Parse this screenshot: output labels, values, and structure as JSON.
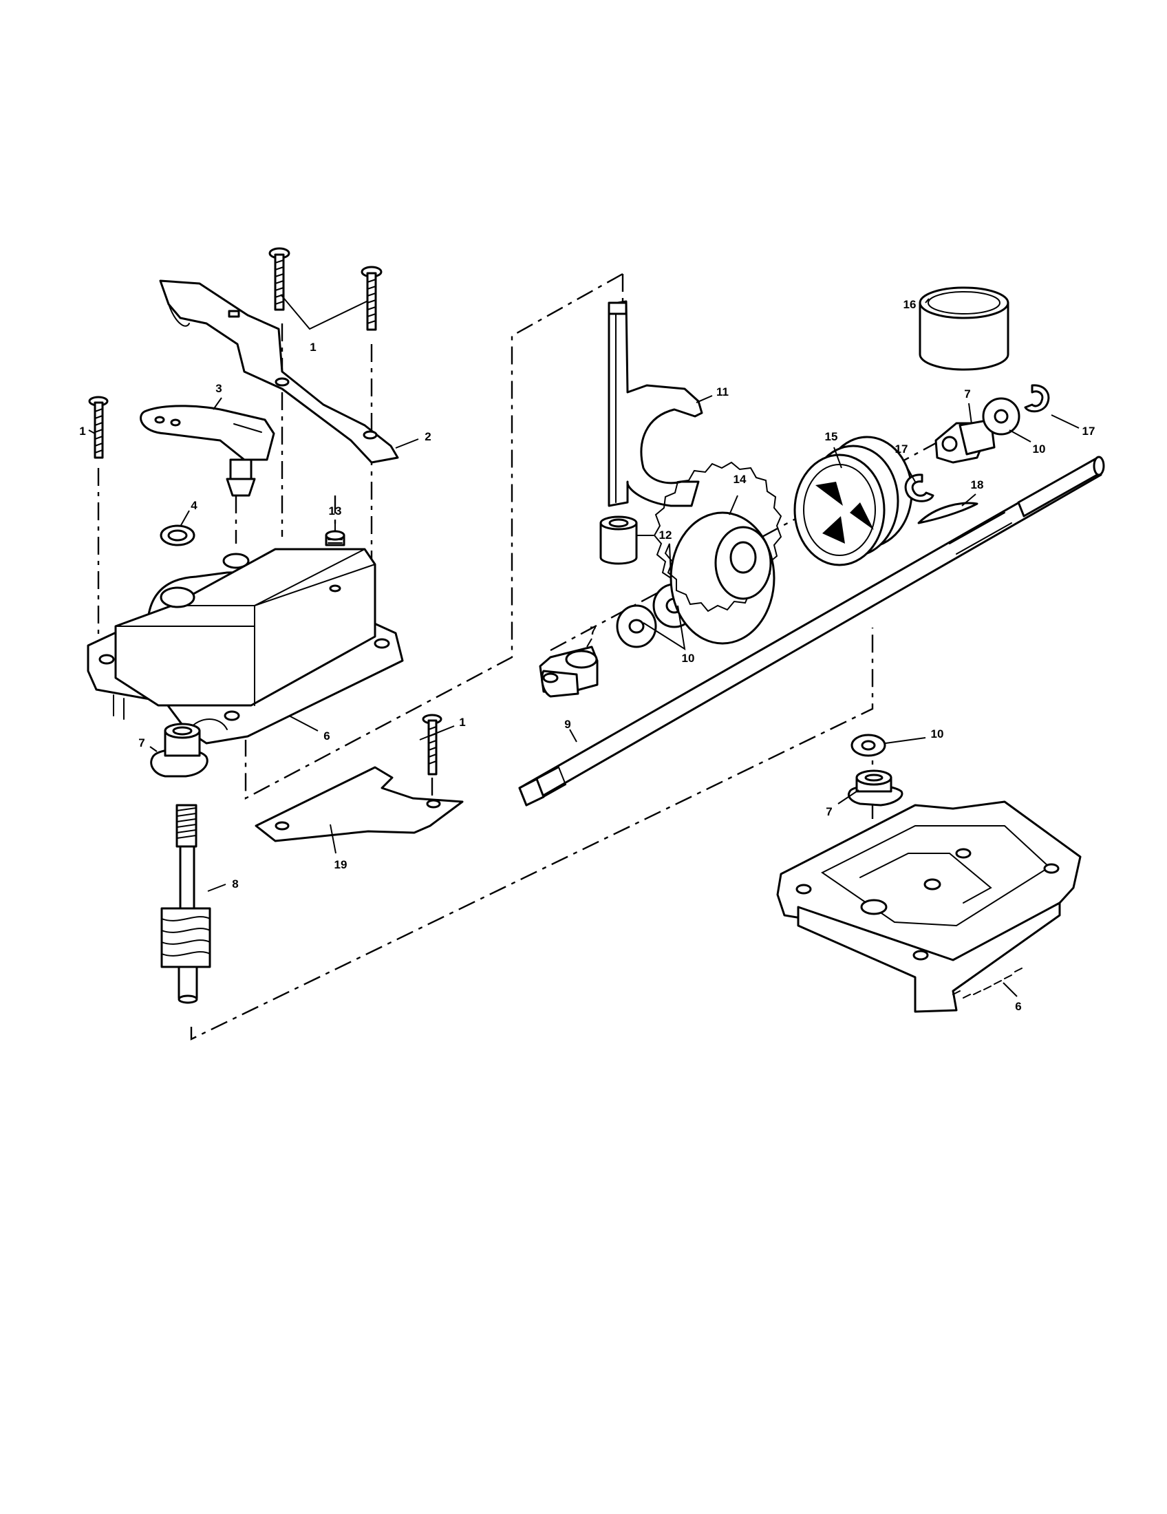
{
  "labels": {
    "screw_top_a": "1",
    "screw_left": "1",
    "screw_plate": "1",
    "bracket": "2",
    "lever": "3",
    "bushing_4": "4",
    "housing_upper": "6",
    "housing_lower": "6",
    "bearing_left": "7",
    "bearing_shaft": "7",
    "bearing_right": "7",
    "bearing_lower": "7",
    "worm_shaft": "8",
    "axle": "9",
    "washers_pair": "10",
    "washer_right": "10",
    "washer_lower": "10",
    "shift_fork": "11",
    "spacer": "12",
    "plug": "13",
    "gear": "14",
    "clutch": "15",
    "cup": "16",
    "ring_left": "17",
    "ring_right": "17",
    "key": "18",
    "gasket": "19"
  }
}
